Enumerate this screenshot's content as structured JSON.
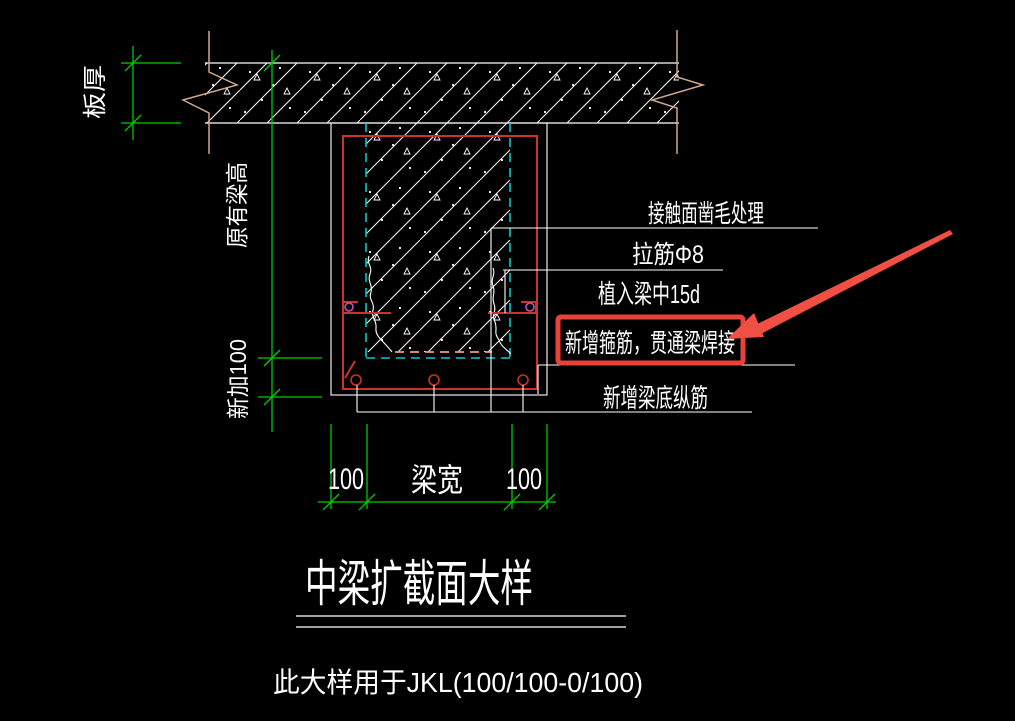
{
  "labels": {
    "slab_thickness": "板厚",
    "original_beam_height": "原有梁高",
    "added_100": "新加100",
    "dim_left": "100",
    "dim_mid": "梁宽",
    "dim_right": "100"
  },
  "annotations": {
    "contact_surface": "接触面凿毛处理",
    "tie_bar": "拉筋Φ8",
    "embed_depth": "植入梁中15d",
    "new_stirrup_highlight": "新增箍筋，贯通梁焊接",
    "new_bottom_bars": "新增梁底纵筋"
  },
  "title": {
    "text": "中梁扩截面大样"
  },
  "note": {
    "text": "此大样用于JKL(100/100-0/100)"
  },
  "colors": {
    "bg": "#000000",
    "white": "#ffffff",
    "green": "#00cc00",
    "cyan": "#00cdcd",
    "red": "#cd3228",
    "tan": "#cfa98a",
    "magenta": "#c44fc4",
    "pink": "#e89b92",
    "markup_red": "#e8423a",
    "arrow_red": "#f05044"
  }
}
